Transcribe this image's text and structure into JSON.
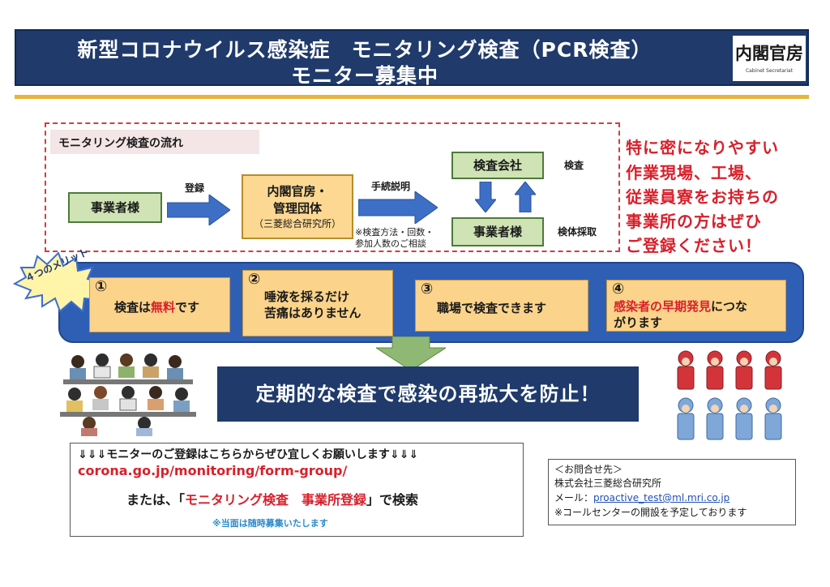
{
  "header": {
    "title_line1": "新型コロナウイルス感染症　モニタリング検査（PCR検査）",
    "title_line2": "モニター募集中",
    "logo_text": "内閣官房",
    "logo_sub": "Cabinet Secretariat"
  },
  "flow": {
    "title": "モニタリング検査の流れ",
    "business_left": "事業者様",
    "arrow_register": "登録",
    "cabinet_line1": "内閣官房・",
    "cabinet_line2": "管理団体",
    "cabinet_line3": "（三菱総合研究所）",
    "arrow_explain": "手続説明",
    "explain_note_line1": "※検査方法・回数・",
    "explain_note_line2": "参加人数のご相談",
    "lab": "検査会社",
    "business_right": "事業者様",
    "label_test": "検査",
    "label_sample": "検体採取"
  },
  "callout": {
    "line1": "特に密になりやすい",
    "line2": "作業現場、工場、",
    "line3": "従業員寮をお持ちの",
    "line4": "事業所の方はぜひ",
    "line5": "ご登録ください！"
  },
  "merits": {
    "badge": "４つのメリット",
    "items": [
      {
        "num": "①",
        "text_before": "検査は",
        "text_red": "無料",
        "text_after": "です"
      },
      {
        "num": "②",
        "line1": "唾液を採るだけ",
        "line2": "苦痛はありません"
      },
      {
        "num": "③",
        "text": "職場で検査できます"
      },
      {
        "num": "④",
        "text_red": "感染者の早期発見",
        "text_after_line1": "につな",
        "line2": "がります"
      }
    ]
  },
  "result": {
    "text": "定期的な検査で感染の再拡大を防止！"
  },
  "registration": {
    "line1": "⇓⇓⇓モニターのご登録はこちらからぜひ宜しくお願いします⇓⇓⇓",
    "url": "corona.go.jp/monitoring/form-group/",
    "line3_before": "または、「",
    "line3_red": "モニタリング検査　事業所登録",
    "line3_after": "」で検索",
    "note": "※当面は随時募集いたします"
  },
  "contact": {
    "heading": "＜お問合せ先＞",
    "company": "株式会社三菱総合研究所",
    "mail_label": "メール：",
    "mail": "proactive_test@ml.mri.co.jp",
    "note": "※コールセンターの開設を予定しております"
  },
  "colors": {
    "navy": "#1f3a6b",
    "gold": "#e5b53c",
    "red": "#d8202b",
    "merit_blue": "#2f5fb5",
    "merit_card": "#fbd38a",
    "green_box": "#cfe3b4",
    "yellow_box": "#fcd892",
    "arrow_blue": "#3e6fc6",
    "arrow_green": "#8fb874"
  }
}
